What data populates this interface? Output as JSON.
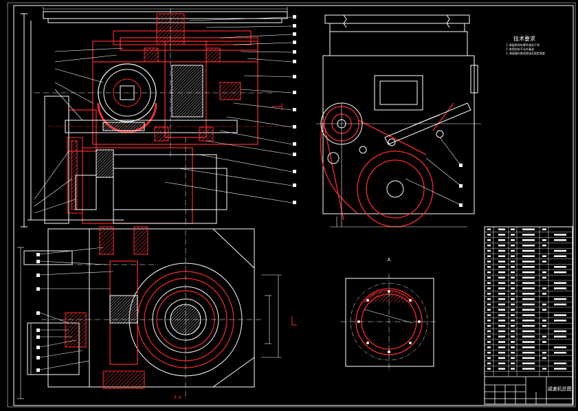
{
  "drawing": {
    "section_mark": "A",
    "section_view_label": "A-A",
    "tech_notes_title": "技术要求",
    "tech_notes": [
      "1.装配前所有零件清洗干净",
      "2.各密封处不允许漏油",
      "3.减速器内装润滑油至规定高度"
    ]
  },
  "title_block": {
    "drawing_title": "减速机总图"
  },
  "colors": {
    "background": "#000000",
    "outline": "#ffffff",
    "section": "#ff2a2a",
    "hatch": "#ff4040"
  }
}
